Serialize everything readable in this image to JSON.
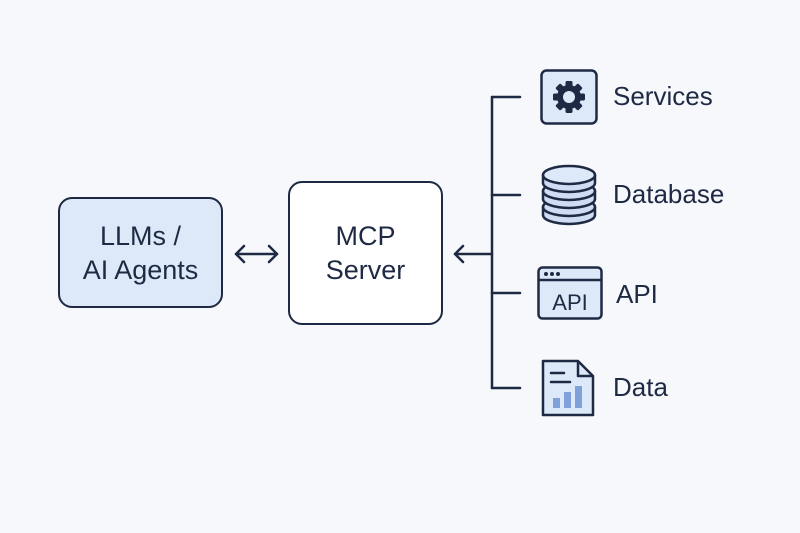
{
  "llm_box": {
    "line1": "LLMs /",
    "line2": "AI Agents"
  },
  "mcp_box": {
    "line1": "MCP",
    "line2": "Server"
  },
  "resources": [
    {
      "label": "Services",
      "icon": "gear-icon"
    },
    {
      "label": "Database",
      "icon": "database-icon"
    },
    {
      "label": "API",
      "icon": "api-window-icon"
    },
    {
      "label": "Data",
      "icon": "document-chart-icon"
    }
  ],
  "icon_api_text": "API",
  "colors": {
    "stroke": "#1e2a44",
    "fill_light": "#dde9f9",
    "icon_fill": "#cfdcf2",
    "icon_accent": "#7fa0d8",
    "background": "#f6f8fb"
  }
}
